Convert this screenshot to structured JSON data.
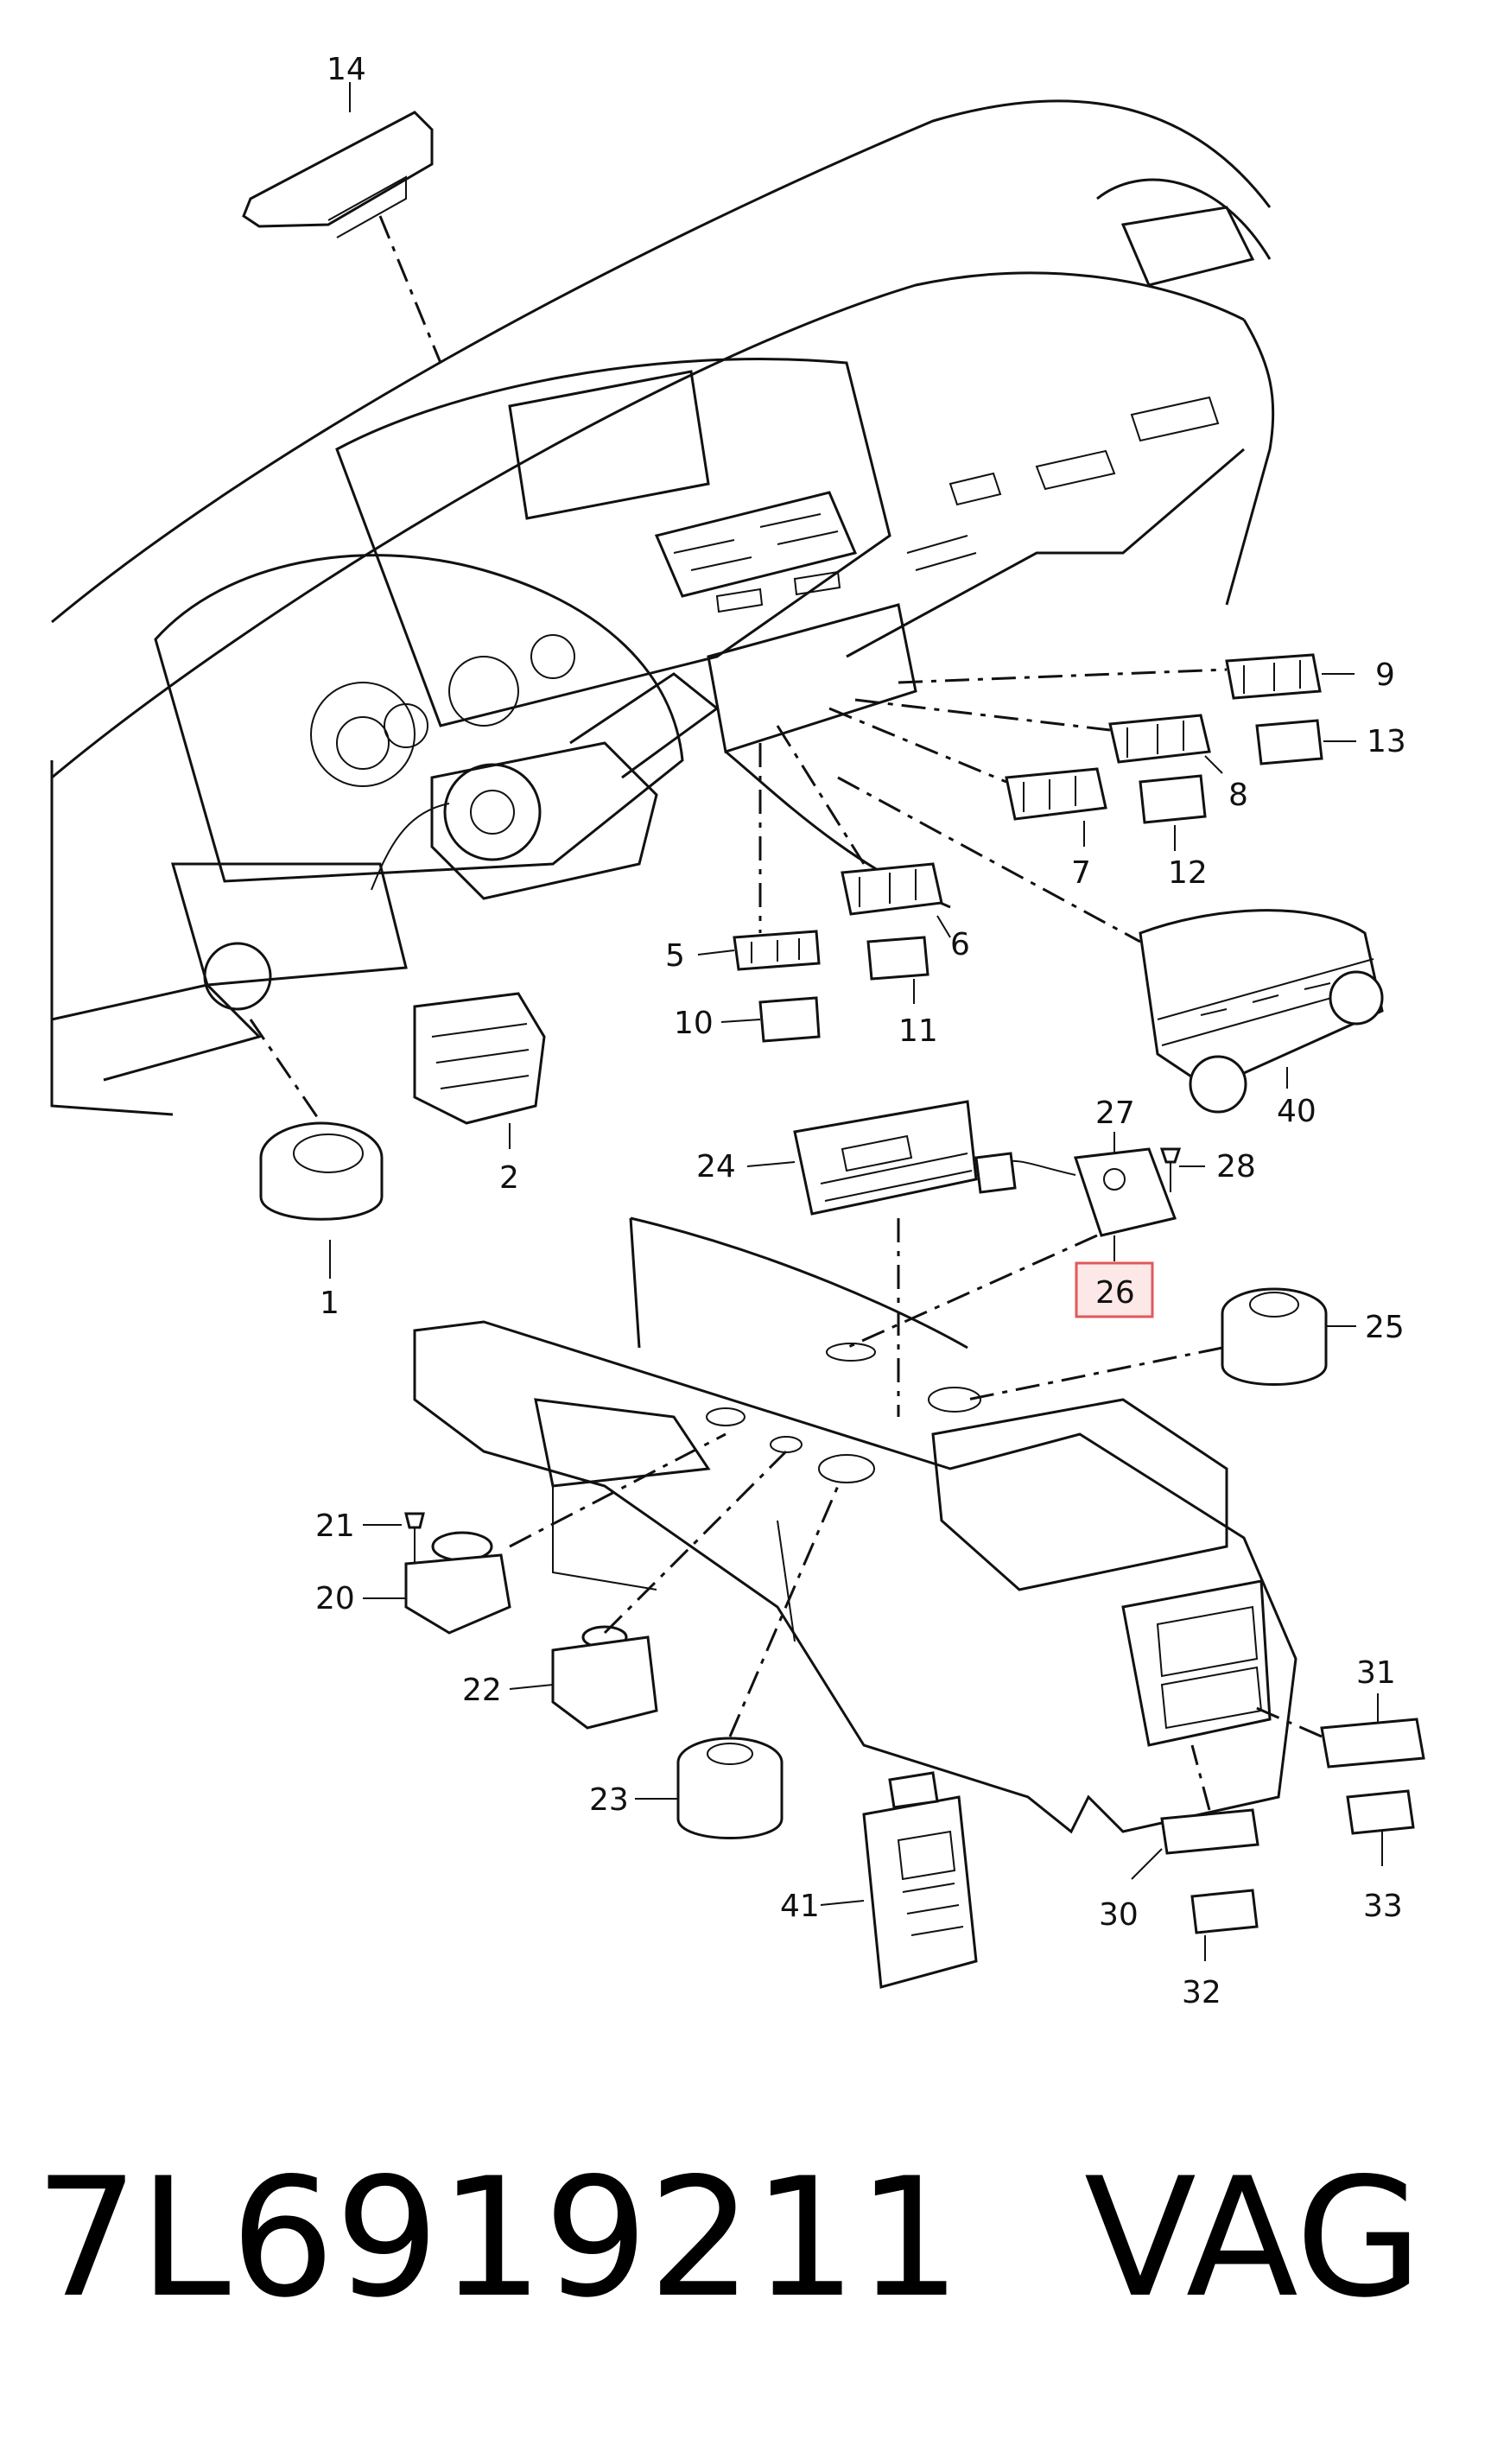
{
  "diagram": {
    "highlight_color": "#e05a5a",
    "highlight_fill": "#fde8e8",
    "highlighted_label": "26",
    "callouts": {
      "c1": "1",
      "c2": "2",
      "c5": "5",
      "c6": "6",
      "c7": "7",
      "c8": "8",
      "c9": "9",
      "c10": "10",
      "c11": "11",
      "c12": "12",
      "c13": "13",
      "c14": "14",
      "c20": "20",
      "c21": "21",
      "c22": "22",
      "c23": "23",
      "c24": "24",
      "c25": "25",
      "c26": "26",
      "c27": "27",
      "c28": "28",
      "c30": "30",
      "c31": "31",
      "c32": "32",
      "c33": "33",
      "c40": "40",
      "c41": "41"
    }
  },
  "footer": {
    "part_number": "7L6919211",
    "brand": "VAG"
  }
}
